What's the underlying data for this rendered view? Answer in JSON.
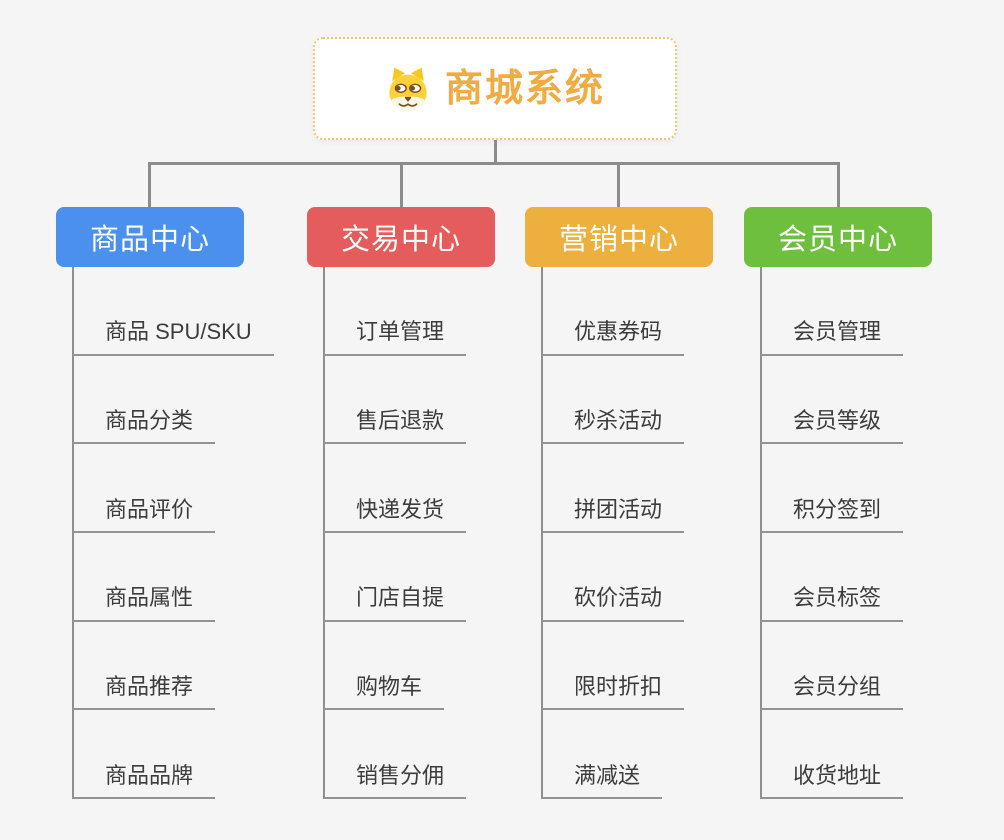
{
  "root": {
    "title": "商城系统",
    "icon": "shiba-dog-icon",
    "title_color": "#F0AB42",
    "border_color": "#F2C479"
  },
  "connector_color": "#8C8C8C",
  "branches": [
    {
      "label": "商品中心",
      "color": "#4A90EC",
      "items": [
        "商品 SPU/SKU",
        "商品分类",
        "商品评价",
        "商品属性",
        "商品推荐",
        "商品品牌"
      ]
    },
    {
      "label": "交易中心",
      "color": "#E55C5C",
      "items": [
        "订单管理",
        "售后退款",
        "快递发货",
        "门店自提",
        "购物车",
        "销售分佣"
      ]
    },
    {
      "label": "营销中心",
      "color": "#EDAF3D",
      "items": [
        "优惠券码",
        "秒杀活动",
        "拼团活动",
        "砍价活动",
        "限时折扣",
        "满减送"
      ]
    },
    {
      "label": "会员中心",
      "color": "#6FBF3F",
      "items": [
        "会员管理",
        "会员等级",
        "积分签到",
        "会员标签",
        "会员分组",
        "收货地址"
      ]
    }
  ]
}
